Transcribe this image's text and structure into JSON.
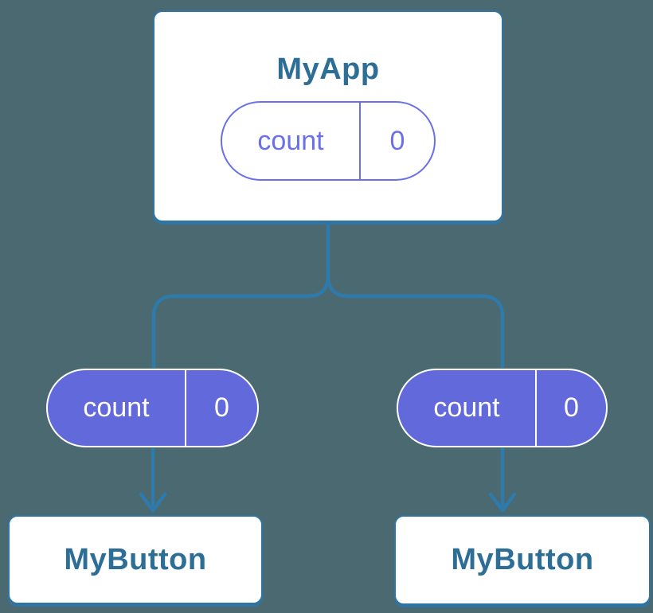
{
  "colors": {
    "background": "#4B6971",
    "connector": "#2E7AAB",
    "box_border": "#2F74A3",
    "title_text": "#2D6E96",
    "prop_outline_purple": "#6A70E8",
    "prop_fill_purple": "#6269DB"
  },
  "root_component": {
    "title": "MyApp",
    "state_pill": {
      "name": "count",
      "value": "0"
    }
  },
  "prop_pills": {
    "left": {
      "name": "count",
      "value": "0"
    },
    "right": {
      "name": "count",
      "value": "0"
    }
  },
  "child_components": {
    "left": {
      "title": "MyButton"
    },
    "right": {
      "title": "MyButton"
    }
  }
}
